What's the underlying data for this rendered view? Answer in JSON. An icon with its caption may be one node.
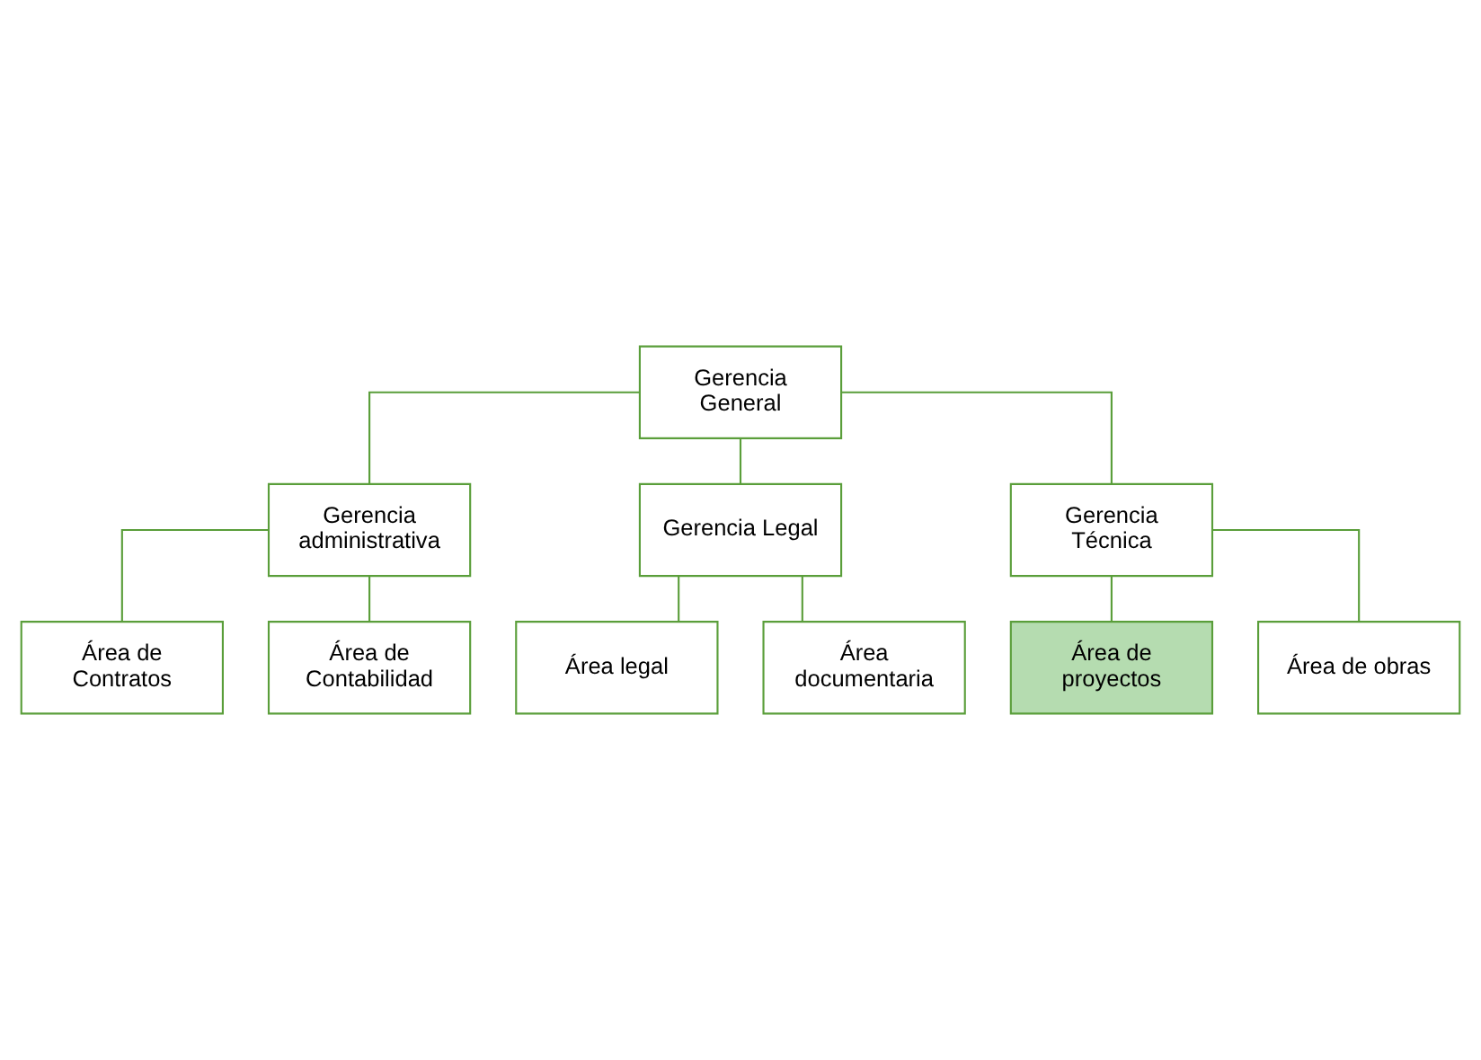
{
  "diagram": {
    "nodes": [
      {
        "text": [
          "Gerencia General"
        ]
      },
      {
        "text": [
          "Gerencia administrativa"
        ]
      },
      {
        "text": [
          "Gerencia Legal"
        ]
      },
      {
        "text": [
          "Gerencia Técnica"
        ]
      },
      {
        "text": [
          "Área de Contratos"
        ]
      },
      {
        "text": [
          "Área de Contabilidad"
        ]
      },
      {
        "text": [
          "Área legal"
        ]
      },
      {
        "text": [
          "Área documentaria"
        ]
      },
      {
        "text": [
          "Área de proyectos"
        ]
      },
      {
        "text": [
          "Área de obras"
        ]
      }
    ],
    "edges": [
      {
        "from": 0,
        "to": 1,
        "arrow": "none"
      },
      {
        "from": 0,
        "to": 2,
        "arrow": "none"
      },
      {
        "from": 0,
        "to": 3,
        "arrow": "none"
      },
      {
        "from": 1,
        "to": 4,
        "arrow": "none"
      },
      {
        "from": 1,
        "to": 5,
        "arrow": "none"
      },
      {
        "from": 2,
        "to": 6,
        "arrow": "none"
      },
      {
        "from": 2,
        "to": 7,
        "arrow": "none"
      },
      {
        "from": 3,
        "to": 8,
        "arrow": "none"
      },
      {
        "from": 3,
        "to": 9,
        "arrow": "none"
      }
    ]
  }
}
